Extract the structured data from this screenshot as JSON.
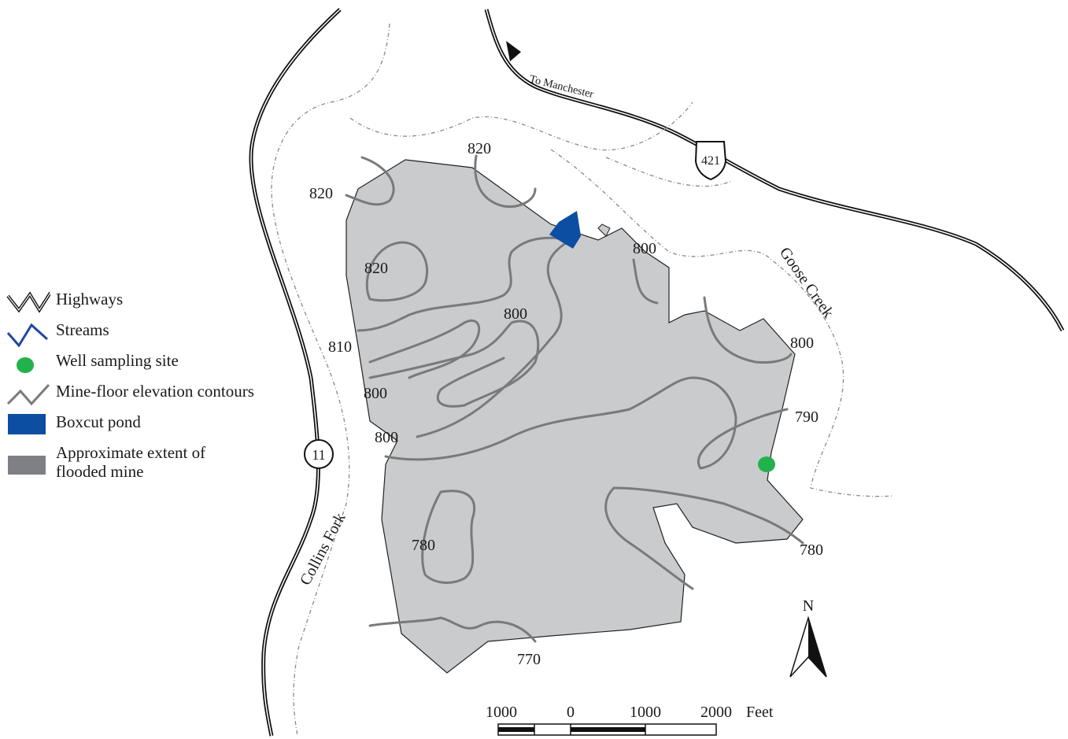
{
  "legend": {
    "items": [
      {
        "label": "Highways",
        "symbol": "highway-symbol"
      },
      {
        "label": "Streams",
        "symbol": "stream-symbol"
      },
      {
        "label": "Well sampling site",
        "symbol": "well-symbol"
      },
      {
        "label": "Mine-floor elevation contours",
        "symbol": "contour-symbol"
      },
      {
        "label": "Boxcut pond",
        "symbol": "pond-symbol"
      },
      {
        "label": "Approximate extent of flooded mine",
        "symbol": "flooded-mine-symbol"
      }
    ]
  },
  "labels": {
    "to_manchester": "To Manchester",
    "route_421": "421",
    "route_11": "11",
    "goose_creek": "Goose Creek",
    "collins_fork": "Collins Fork",
    "north": "N"
  },
  "contour_labels": [
    "820",
    "820",
    "820",
    "800",
    "800",
    "810",
    "800",
    "800",
    "800",
    "790",
    "780",
    "780",
    "770"
  ],
  "scale_bar": {
    "labels": [
      "1000",
      "0",
      "1000",
      "2000"
    ],
    "unit": "Feet"
  },
  "colors": {
    "flooded_mine": "#c9cbcd",
    "flooded_mine_legend": "#7e8084",
    "contour": "#7a7a7a",
    "pond": "#0b4ea2",
    "well": "#22b24c",
    "highway": "#111111",
    "stream": "#8a8a8a"
  }
}
